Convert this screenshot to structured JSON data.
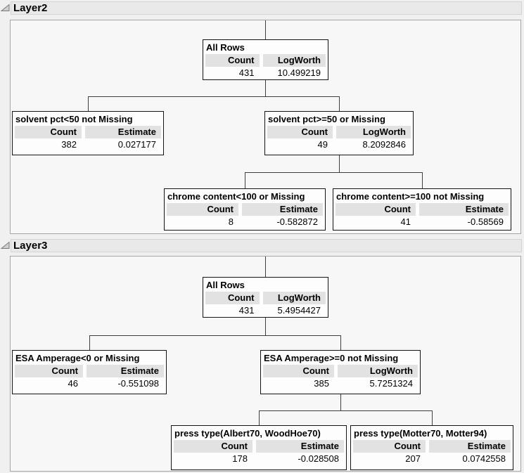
{
  "layers": [
    {
      "title": "Layer2",
      "nodes": [
        {
          "title": "All Rows",
          "col1": "Count",
          "col2": "LogWorth",
          "val1": "431",
          "val2": "10.499219"
        },
        {
          "title": "solvent pct<50 not Missing",
          "col1": "Count",
          "col2": "Estimate",
          "val1": "382",
          "val2": "0.027177"
        },
        {
          "title": "solvent pct>=50 or Missing",
          "col1": "Count",
          "col2": "LogWorth",
          "val1": "49",
          "val2": "8.2092846"
        },
        {
          "title": "chrome content<100 or Missing",
          "col1": "Count",
          "col2": "Estimate",
          "val1": "8",
          "val2": "-0.582872"
        },
        {
          "title": "chrome content>=100 not Missing",
          "col1": "Count",
          "col2": "Estimate",
          "val1": "41",
          "val2": "-0.58569"
        }
      ]
    },
    {
      "title": "Layer3",
      "nodes": [
        {
          "title": "All Rows",
          "col1": "Count",
          "col2": "LogWorth",
          "val1": "431",
          "val2": "5.4954427"
        },
        {
          "title": "ESA Amperage<0 or Missing",
          "col1": "Count",
          "col2": "Estimate",
          "val1": "46",
          "val2": "-0.551098"
        },
        {
          "title": "ESA Amperage>=0 not Missing",
          "col1": "Count",
          "col2": "LogWorth",
          "val1": "385",
          "val2": "5.7251324"
        },
        {
          "title": "press type(Albert70, WoodHoe70)",
          "col1": "Count",
          "col2": "Estimate",
          "val1": "178",
          "val2": "-0.028508"
        },
        {
          "title": "press type(Motter70, Motter94)",
          "col1": "Count",
          "col2": "Estimate",
          "val1": "207",
          "val2": "0.0742558"
        }
      ]
    }
  ],
  "colors": {
    "page_background": "#f0f0f0",
    "panel_background": "#f7f7f7",
    "node_background": "#fdfdfd",
    "node_header_band": "#e2e2e2",
    "outline_bar": "#e9e9e9",
    "connector": "#3e3e3e"
  }
}
